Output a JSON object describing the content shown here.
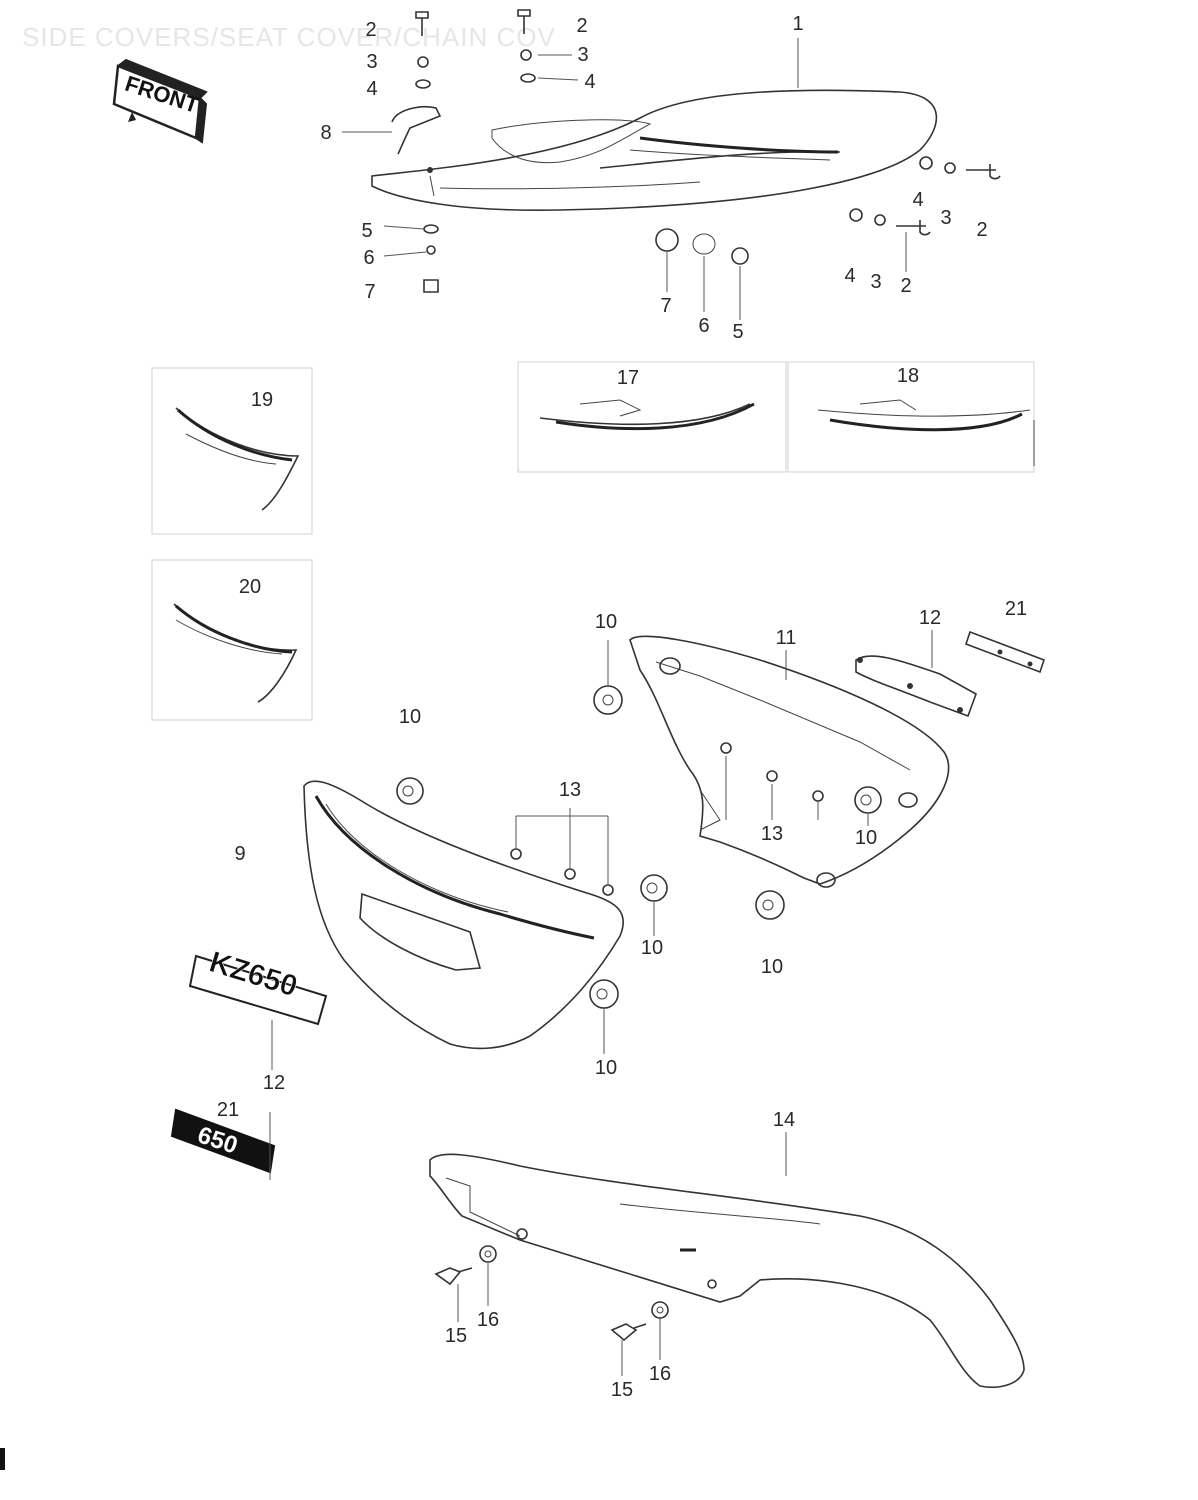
{
  "header": {
    "title": "SIDE COVERS/SEAT COVER/CHAIN COV"
  },
  "front_badge": {
    "label": "FRONT"
  },
  "emblems": {
    "emblem_12_text": "KZ650",
    "emblem_21_text": "650"
  },
  "callouts": [
    {
      "key": "c1",
      "text": "1"
    },
    {
      "key": "c2a",
      "text": "2"
    },
    {
      "key": "c3a",
      "text": "3"
    },
    {
      "key": "c4a",
      "text": "4"
    },
    {
      "key": "c2b",
      "text": "2"
    },
    {
      "key": "c3b",
      "text": "3"
    },
    {
      "key": "c4b",
      "text": "4"
    },
    {
      "key": "c8",
      "text": "8"
    },
    {
      "key": "c5a",
      "text": "5"
    },
    {
      "key": "c6a",
      "text": "6"
    },
    {
      "key": "c7a",
      "text": "7"
    },
    {
      "key": "c7b",
      "text": "7"
    },
    {
      "key": "c6b",
      "text": "6"
    },
    {
      "key": "c5b",
      "text": "5"
    },
    {
      "key": "c4c",
      "text": "4"
    },
    {
      "key": "c3c",
      "text": "3"
    },
    {
      "key": "c2c",
      "text": "2"
    },
    {
      "key": "c4d",
      "text": "4"
    },
    {
      "key": "c3d",
      "text": "3"
    },
    {
      "key": "c2d",
      "text": "2"
    },
    {
      "key": "c19",
      "text": "19"
    },
    {
      "key": "c17",
      "text": "17"
    },
    {
      "key": "c18",
      "text": "18"
    },
    {
      "key": "c20",
      "text": "20"
    },
    {
      "key": "c10a",
      "text": "10"
    },
    {
      "key": "c11",
      "text": "11"
    },
    {
      "key": "c12a",
      "text": "12"
    },
    {
      "key": "c21a",
      "text": "21"
    },
    {
      "key": "c10b",
      "text": "10"
    },
    {
      "key": "c13a",
      "text": "13"
    },
    {
      "key": "c9",
      "text": "9"
    },
    {
      "key": "c13b",
      "text": "13"
    },
    {
      "key": "c10c",
      "text": "10"
    },
    {
      "key": "c10d",
      "text": "10"
    },
    {
      "key": "c10e",
      "text": "10"
    },
    {
      "key": "c10f",
      "text": "10"
    },
    {
      "key": "c12b",
      "text": "12"
    },
    {
      "key": "c21b",
      "text": "21"
    },
    {
      "key": "c14",
      "text": "14"
    },
    {
      "key": "c15a",
      "text": "15"
    },
    {
      "key": "c16a",
      "text": "16"
    },
    {
      "key": "c16b",
      "text": "16"
    },
    {
      "key": "c15b",
      "text": "15"
    }
  ]
}
